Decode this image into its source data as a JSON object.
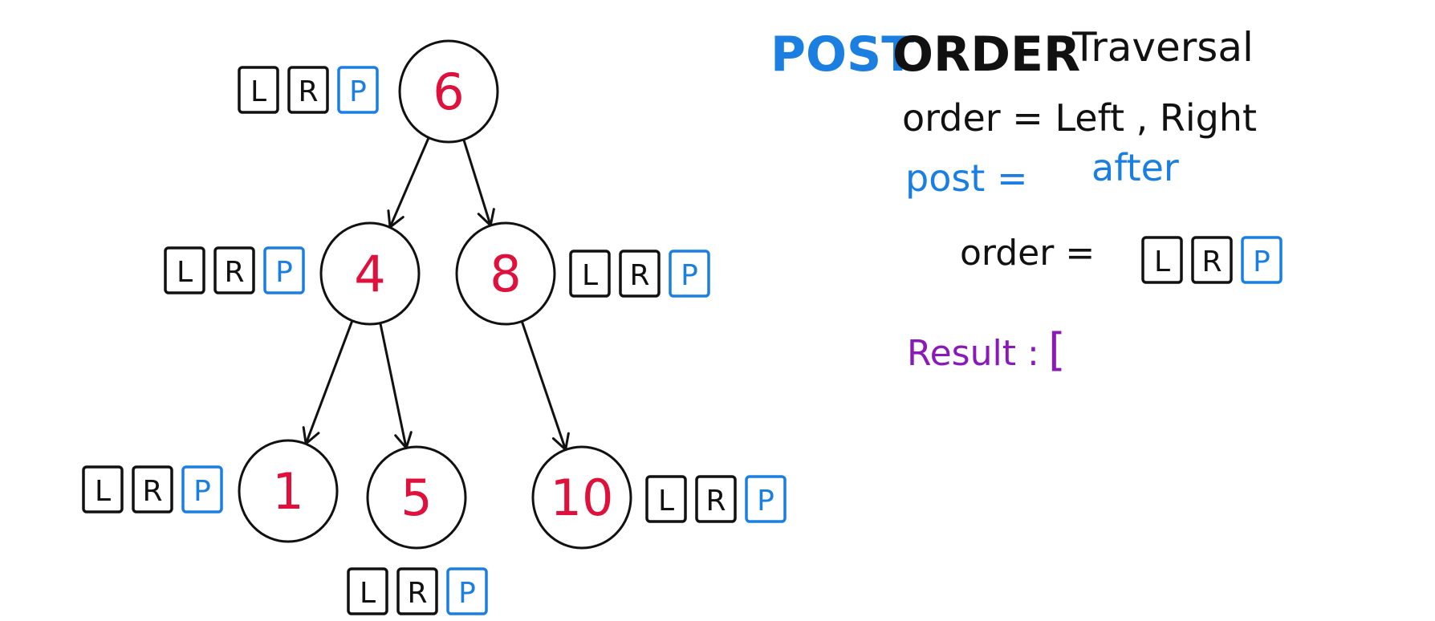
{
  "title": {
    "prefix": "POST",
    "suffix": "ORDER",
    "rest": "Traversal"
  },
  "notes": {
    "line1": "order = Left , Right",
    "line2_label": "post =",
    "line2_value": "after",
    "line3_label": "order =",
    "result_label": "Result :",
    "result_value": "["
  },
  "order_boxes": [
    "L",
    "R",
    "P"
  ],
  "tree": {
    "nodes": [
      {
        "id": "n6",
        "value": "6"
      },
      {
        "id": "n4",
        "value": "4"
      },
      {
        "id": "n8",
        "value": "8"
      },
      {
        "id": "n1",
        "value": "1"
      },
      {
        "id": "n5",
        "value": "5"
      },
      {
        "id": "n10",
        "value": "10"
      }
    ],
    "edges": [
      [
        "n6",
        "n4"
      ],
      [
        "n6",
        "n8"
      ],
      [
        "n4",
        "n1"
      ],
      [
        "n4",
        "n5"
      ],
      [
        "n8",
        "n10"
      ]
    ]
  },
  "colors": {
    "ink": "#111111",
    "accent_blue": "#1a7fe0",
    "node_red": "#e0103c",
    "result_purple": "#8a1ab8"
  }
}
